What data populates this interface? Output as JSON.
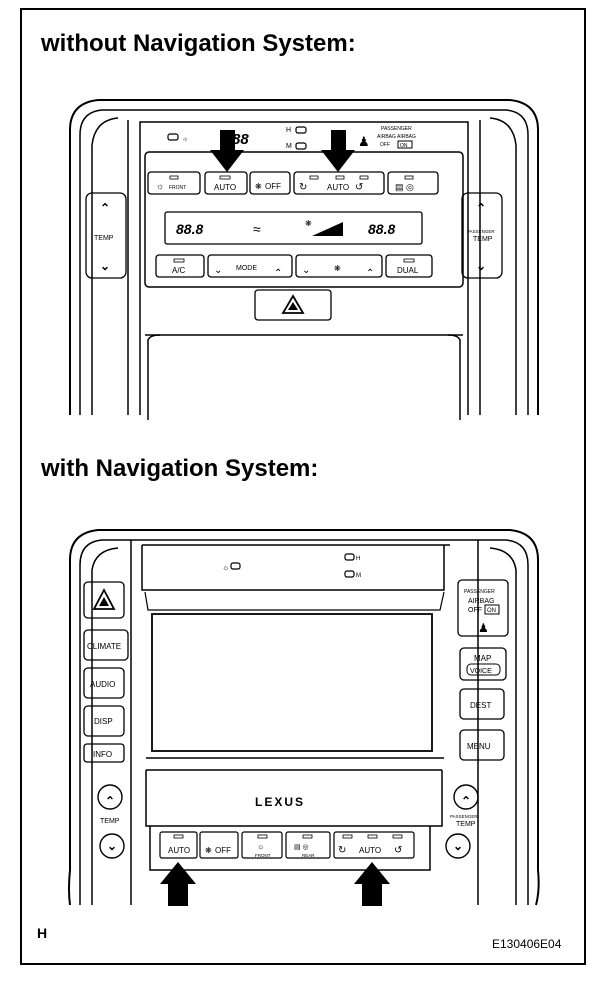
{
  "headings": {
    "without_nav": "without Navigation System:",
    "with_nav": "with Navigation System:"
  },
  "panel_a": {
    "display_left": "88.8",
    "display_right": "88.8",
    "top_display": "88",
    "indicator_h": "H",
    "indicator_m": "M",
    "airbag_line1": "PASSENGER",
    "airbag_line2": "AIRBAG  AIRBAG",
    "airbag_line3": "OFF",
    "airbag_on": "ON",
    "front_label": "FRONT",
    "auto_left": "AUTO",
    "off_label": "OFF",
    "auto_right": "AUTO",
    "temp_left": "TEMP",
    "temp_right_line1": "PASSENGER",
    "temp_right_line2": "TEMP",
    "ac_label": "A/C",
    "mode_label": "MODE",
    "dual_label": "DUAL"
  },
  "panel_b": {
    "climate_label": "CLIMATE",
    "audio_label": "AUDIO",
    "disp_label": "DISP",
    "info_label": "INFO",
    "airbag_line1": "PASSENGER",
    "airbag_line2": "AIRBAG",
    "airbag_line3": "OFF",
    "airbag_on": "ON",
    "map_label": "MAP",
    "voice_label": "VOICE",
    "dest_label": "DEST",
    "menu_label": "MENU",
    "brand": "LEXUS",
    "indicator_h": "H",
    "indicator_m": "M",
    "temp_left": "TEMP",
    "temp_right_line1": "PASSENGER",
    "temp_right_line2": "TEMP",
    "auto_left": "AUTO",
    "off_label": "OFF",
    "front_label": "FRONT",
    "rear_label": "REAR",
    "auto_right": "AUTO"
  },
  "footer": {
    "corner_letter": "H",
    "figure_code": "E130406E04"
  }
}
